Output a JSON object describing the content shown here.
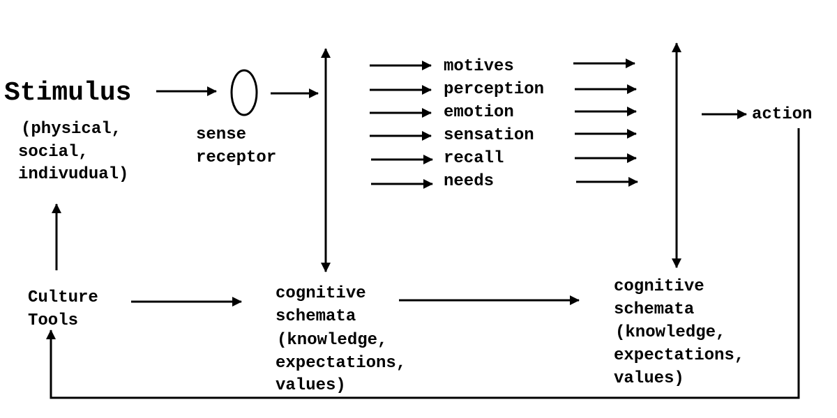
{
  "stimulus": {
    "title": "Stimulus",
    "details": [
      "(physical,",
      "social,",
      "indivudual)"
    ]
  },
  "receptor": {
    "lines": [
      "sense",
      "receptor"
    ]
  },
  "processes": [
    "motives",
    "perception",
    "emotion",
    "sensation",
    "recall",
    "needs"
  ],
  "action": "action",
  "culture": {
    "lines": [
      "Culture",
      "Tools"
    ]
  },
  "schemata_left": {
    "lines": [
      "cognitive",
      "schemata",
      "(knowledge,",
      "expectations,",
      "values)"
    ]
  },
  "schemata_right": {
    "lines": [
      "cognitive",
      "schemata",
      "(knowledge,",
      "expectations,",
      "values)"
    ]
  },
  "colors": {
    "ink": "#000000",
    "background": "#ffffff"
  }
}
